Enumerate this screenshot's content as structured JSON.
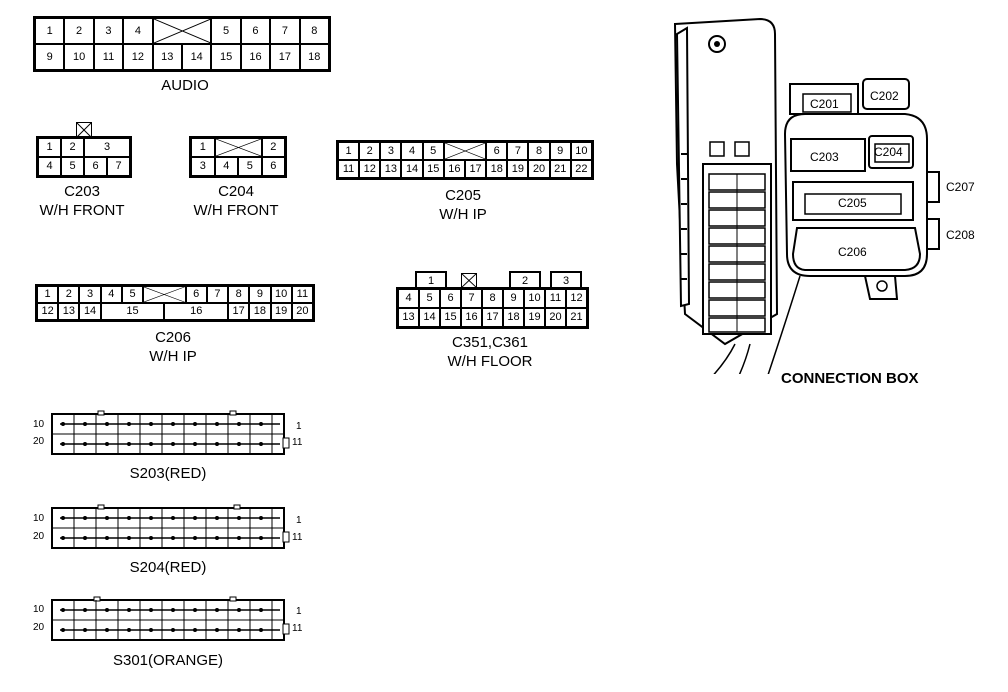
{
  "connectors": {
    "audio": {
      "name": "AUDIO",
      "row1": [
        "1",
        "2",
        "3",
        "4",
        "5",
        "6",
        "7",
        "8"
      ],
      "row2": [
        "9",
        "10",
        "11",
        "12",
        "13",
        "14",
        "15",
        "16",
        "17",
        "18"
      ]
    },
    "c203": {
      "name": "C203",
      "sub": "W/H FRONT",
      "row1": [
        "1",
        "2",
        "3"
      ],
      "row2": [
        "4",
        "5",
        "6",
        "7"
      ]
    },
    "c204": {
      "name": "C204",
      "sub": "W/H FRONT",
      "row1": [
        "1",
        "2"
      ],
      "row2": [
        "3",
        "4",
        "5",
        "6"
      ]
    },
    "c205": {
      "name": "C205",
      "sub": "W/H IP",
      "row1": [
        "1",
        "2",
        "3",
        "4",
        "5",
        "6",
        "7",
        "8",
        "9",
        "10"
      ],
      "row2": [
        "11",
        "12",
        "13",
        "14",
        "15",
        "16",
        "17",
        "18",
        "19",
        "20",
        "21",
        "22"
      ]
    },
    "c206": {
      "name": "C206",
      "sub": "W/H IP",
      "row1": [
        "1",
        "2",
        "3",
        "4",
        "5",
        "6",
        "7",
        "8",
        "9",
        "10",
        "11"
      ],
      "row2": [
        "12",
        "13",
        "14",
        "15",
        "16",
        "17",
        "18",
        "19",
        "20"
      ]
    },
    "c351": {
      "name": "C351,C361",
      "sub": "W/H FLOOR",
      "top": [
        "1",
        "2",
        "3"
      ],
      "row1": [
        "4",
        "5",
        "6",
        "7",
        "8",
        "9",
        "10",
        "11",
        "12"
      ],
      "row2": [
        "13",
        "14",
        "15",
        "16",
        "17",
        "18",
        "19",
        "20",
        "21"
      ]
    }
  },
  "splices": [
    {
      "name": "S203(RED)",
      "pin_tl": "10",
      "pin_bl": "20",
      "pin_tr": "1",
      "pin_br": "11"
    },
    {
      "name": "S204(RED)",
      "pin_tl": "10",
      "pin_bl": "20",
      "pin_tr": "1",
      "pin_br": "11"
    },
    {
      "name": "S301(ORANGE)",
      "pin_tl": "10",
      "pin_bl": "20",
      "pin_tr": "1",
      "pin_br": "11"
    }
  ],
  "connection_box": {
    "title": "CONNECTION BOX",
    "labels": [
      "C201",
      "C202",
      "C203",
      "C204",
      "C205",
      "C206",
      "C207",
      "C208"
    ]
  }
}
